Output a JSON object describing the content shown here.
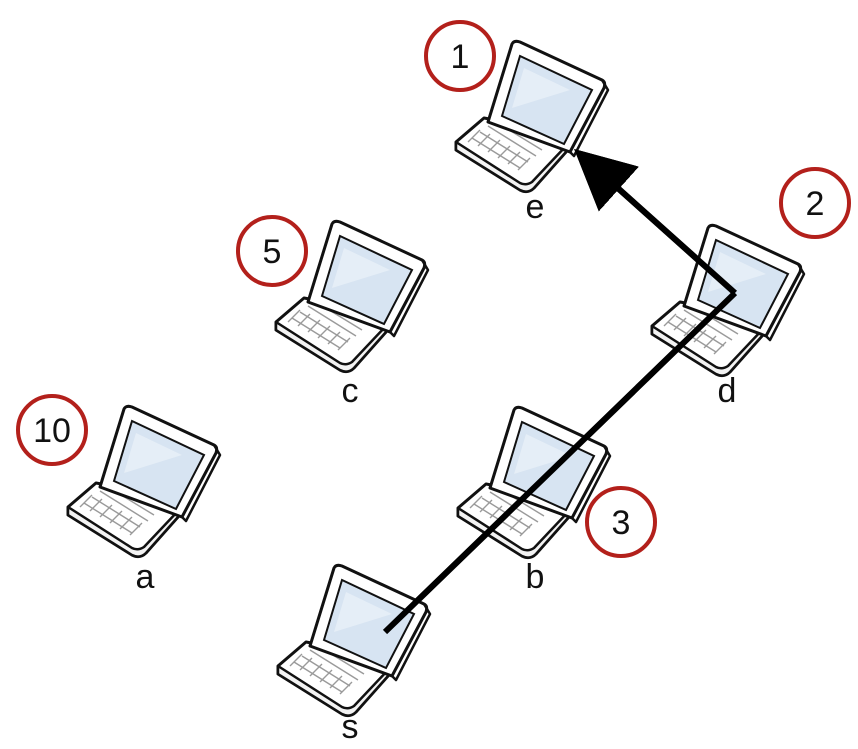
{
  "colors": {
    "badge_ring": "#b3201b",
    "path_line": "#000000",
    "laptop_outline": "#111111",
    "laptop_screen": "#d7e4f2",
    "laptop_body": "#ffffff"
  },
  "icons": {
    "node": "laptop-icon",
    "badge": "circle-badge",
    "edge": "arrow"
  },
  "nodes": [
    {
      "id": "e",
      "label": "e",
      "badge": "1"
    },
    {
      "id": "d",
      "label": "d",
      "badge": "2"
    },
    {
      "id": "c",
      "label": "c",
      "badge": "5"
    },
    {
      "id": "a",
      "label": "a",
      "badge": "10"
    },
    {
      "id": "b",
      "label": "b",
      "badge": "3"
    },
    {
      "id": "s",
      "label": "s",
      "badge": ""
    }
  ],
  "edges": [
    {
      "from": "s",
      "to": "d",
      "arrowhead": false
    },
    {
      "from": "d",
      "to": "e",
      "arrowhead": true
    }
  ]
}
